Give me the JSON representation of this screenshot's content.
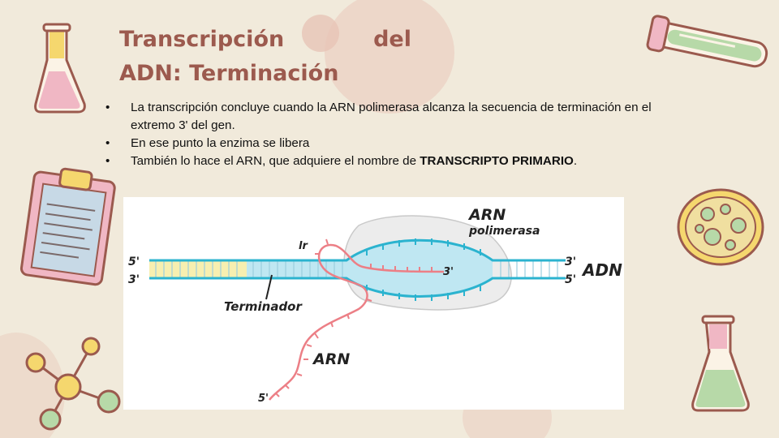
{
  "slide": {
    "title_line1_a": "Transcripción",
    "title_line1_b": "del",
    "title_line2": "ADN: Terminación",
    "bullets": [
      {
        "text": "La transcripción concluye cuando la ARN polimerasa alcanza la secuencia de terminación en el extremo 3' del gen."
      },
      {
        "text": "En ese punto la enzima se libera"
      },
      {
        "text_before": "También lo hace el ARN, que adquiere el nombre de ",
        "bold": "TRANSCRIPTO PRIMARIO",
        "text_after": "."
      }
    ]
  },
  "diagram": {
    "label_arn_polimerasa_1": "ARN",
    "label_arn_polimerasa_2": "polimerasa",
    "label_adn": "ADN",
    "label_terminador": "Terminador",
    "label_arn": "ARN",
    "label_5_top_left": "5'",
    "label_3_bottom_left": "3'",
    "label_3_top_right": "3'",
    "label_5_bottom_right": "5'",
    "label_3_rna_inside": "3'",
    "label_5_rna_end": "5'",
    "label_hairpin": "lr"
  },
  "colors": {
    "background": "#f1eadb",
    "title": "#9c5a4e",
    "dna_strand": "#2bb3cf",
    "dna_fill": "#bfe7f2",
    "terminator_fill": "#f7efb0",
    "rna": "#ec7f86",
    "polymerase": "#ececec"
  }
}
